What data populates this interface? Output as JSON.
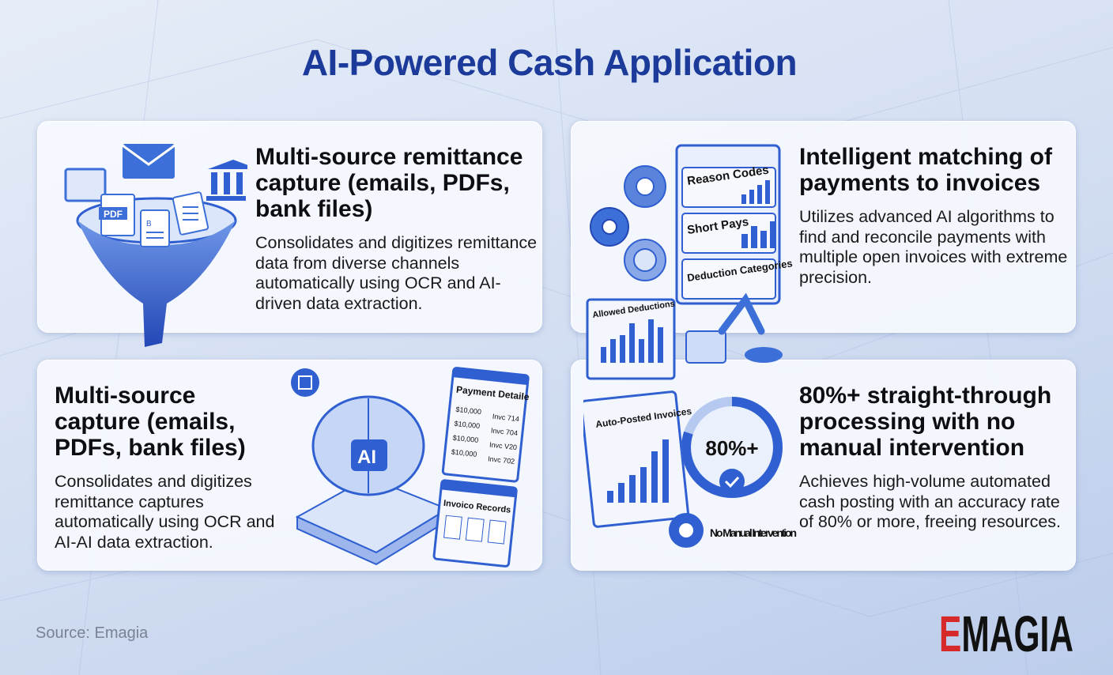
{
  "title": "AI-Powered Cash Application",
  "cards": [
    {
      "heading": "Multi-source remittance capture (emails, PDFs, bank files)",
      "body": "Consolidates and digitizes remittance data from diverse channels automatically using OCR and AI-driven data extraction.",
      "illustration": {
        "labels": [
          "PDF",
          "B"
        ]
      }
    },
    {
      "heading": "Intelligent matching of payments to invoices",
      "body": "Utilizes advanced AI algorithms to find and reconcile payments with multiple open invoices with extreme precision.",
      "illustration": {
        "labels": [
          "Reason Codes",
          "Short Pays",
          "Deduction Categories",
          "Allowed Deductions"
        ]
      }
    },
    {
      "heading": "Multi-source capture (emails, PDFs, bank files)",
      "body": "Consolidates and digitizes remittance captures automatically using OCR and AI-AI data extraction.",
      "illustration": {
        "chip": "AI",
        "payment_title": "Payment Detaile",
        "payments": [
          {
            "amount": "$10,000",
            "ref": "Invc 714"
          },
          {
            "amount": "$10,000",
            "ref": "Invc 704"
          },
          {
            "amount": "$10,000",
            "ref": "Invc V20"
          },
          {
            "amount": "$10,000",
            "ref": "Invc 702"
          }
        ],
        "invoice_title": "Invoico Records"
      }
    },
    {
      "heading": "80%+ straight-through processing with no manual intervention",
      "body": "Achieves high-volume automated cash posting with an accuracy rate of 80% or more, freeing resources.",
      "illustration": {
        "panel": "Auto-Posted Invoices",
        "gauge": "80%+",
        "gauge_fraction": 0.8,
        "gear_label": "No Manual Intervention"
      }
    }
  ],
  "source": "Source: Emagia",
  "logo": "EMAGIA",
  "colors": {
    "title": "#1b3a9a",
    "accent": "#2f5fd0",
    "logo_red": "#d62a2a"
  }
}
